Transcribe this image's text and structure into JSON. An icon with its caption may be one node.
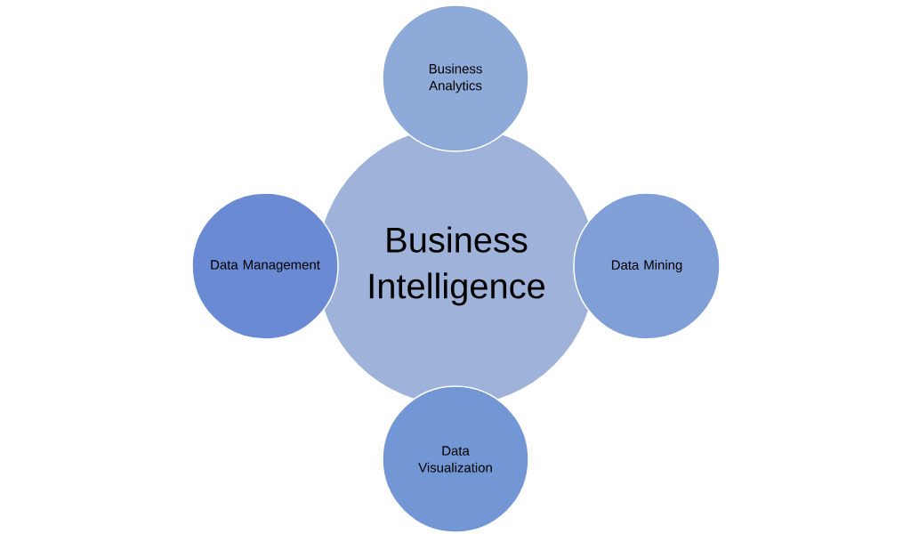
{
  "diagram": {
    "nodes": [
      {
        "text": [
          "Business Analytics"
        ]
      },
      {
        "text": [
          "Data Management"
        ]
      },
      {
        "text": [
          "Business Intelligence"
        ]
      },
      {
        "text": [
          "Data Mining"
        ]
      },
      {
        "text": [
          "Data Visualization"
        ]
      }
    ]
  }
}
